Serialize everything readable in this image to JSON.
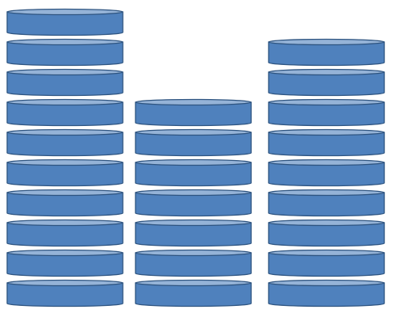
{
  "stacks": [
    {
      "name": "left-stack",
      "disk_count": 10
    },
    {
      "name": "middle-stack",
      "disk_count": 7
    },
    {
      "name": "right-stack",
      "disk_count": 9
    }
  ],
  "colors": {
    "disk_side": "#4f81bd",
    "disk_top": "#95b3d7",
    "disk_outline": "#2e5480",
    "background": "#ffffff"
  }
}
